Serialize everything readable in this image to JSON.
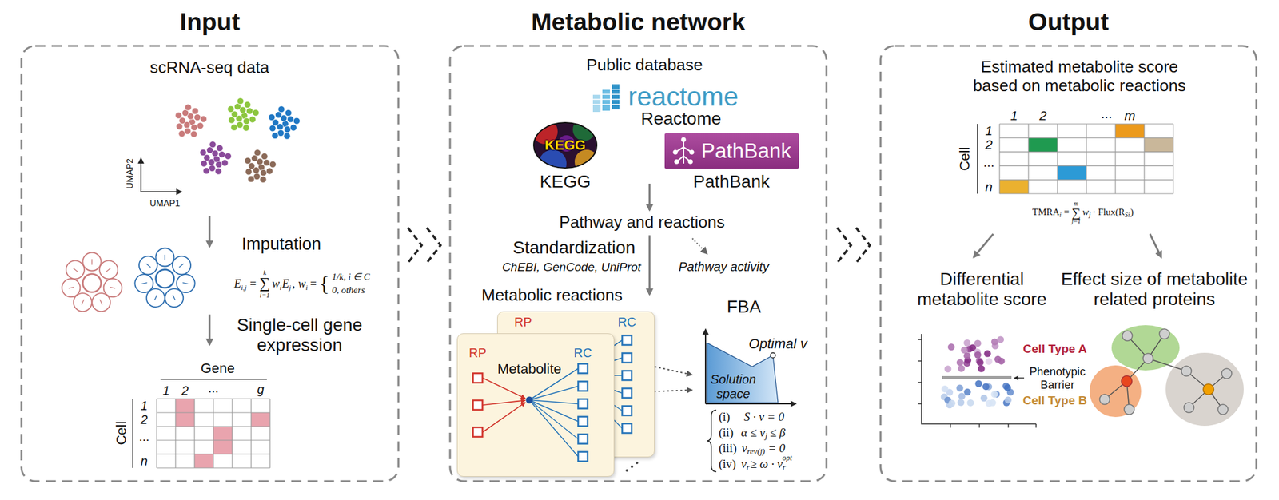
{
  "diagram": {
    "nodes": [
      {
        "text": [
          "Input"
        ]
      },
      {
        "text": [
          "Metabolic network"
        ]
      },
      {
        "text": [
          "Output"
        ]
      },
      {
        "text": [
          "PathBank"
        ],
        "in": 1
      },
      {
        "text": [
          "RP",
          "RC"
        ],
        "in": 1
      },
      {
        "text": [
          "RP",
          "Metabolite",
          "RC"
        ],
        "in": 1
      },
      {
        "text": [
          "Solution space"
        ],
        "in": 1
      }
    ],
    "edges": [
      {
        "from": 4,
        "to": 6,
        "arrow": "to"
      },
      {
        "from": 5,
        "to": 6,
        "arrow": "to"
      }
    ],
    "labels": [
      "scRNA-seq data",
      "UMAP2",
      "UMAP1",
      "Imputation",
      "E",
      "i,j",
      "=",
      "∑",
      "k",
      "i=1",
      "w",
      "i",
      "E",
      "j",
      ",",
      "w",
      "i",
      "=",
      "{",
      "1/k, i ∈ C",
      "0, others",
      "Single-cell gene expression",
      "Gene",
      "1",
      "2",
      "...",
      "g",
      "Cell",
      "1",
      "2",
      "...",
      "n",
      "Public database",
      "reactome",
      "Reactome",
      "KEGG",
      "KEGG",
      "PathBank",
      "Pathway and reactions",
      "Standardization",
      "ChEBI, GenCode, UniProt",
      "Pathway activity",
      "Metabolic reactions",
      "FBA",
      "Optimal v",
      "(i)",
      "S · v = 0",
      "(ii)",
      "α ≤ v",
      "j",
      "≤ β",
      "(iii)",
      "v",
      "rev(j)",
      "= 0",
      "(iv)",
      "v",
      "r",
      "≥ ω · v",
      "r",
      "opt",
      "Estimated metabolite score based on metabolic reactions",
      "1",
      "2",
      "...",
      "m",
      "Cell",
      "1",
      "2",
      "...",
      "n",
      "TMRA",
      "i",
      "=",
      "∑",
      "m",
      "j=1",
      "w",
      "j",
      "· Flux(R",
      "Si",
      ")",
      "Differential metabolite score",
      "Effect size of metabolite related proteins",
      "Cell Type A",
      "Phenotypic Barrier",
      "Cell Type B"
    ]
  }
}
